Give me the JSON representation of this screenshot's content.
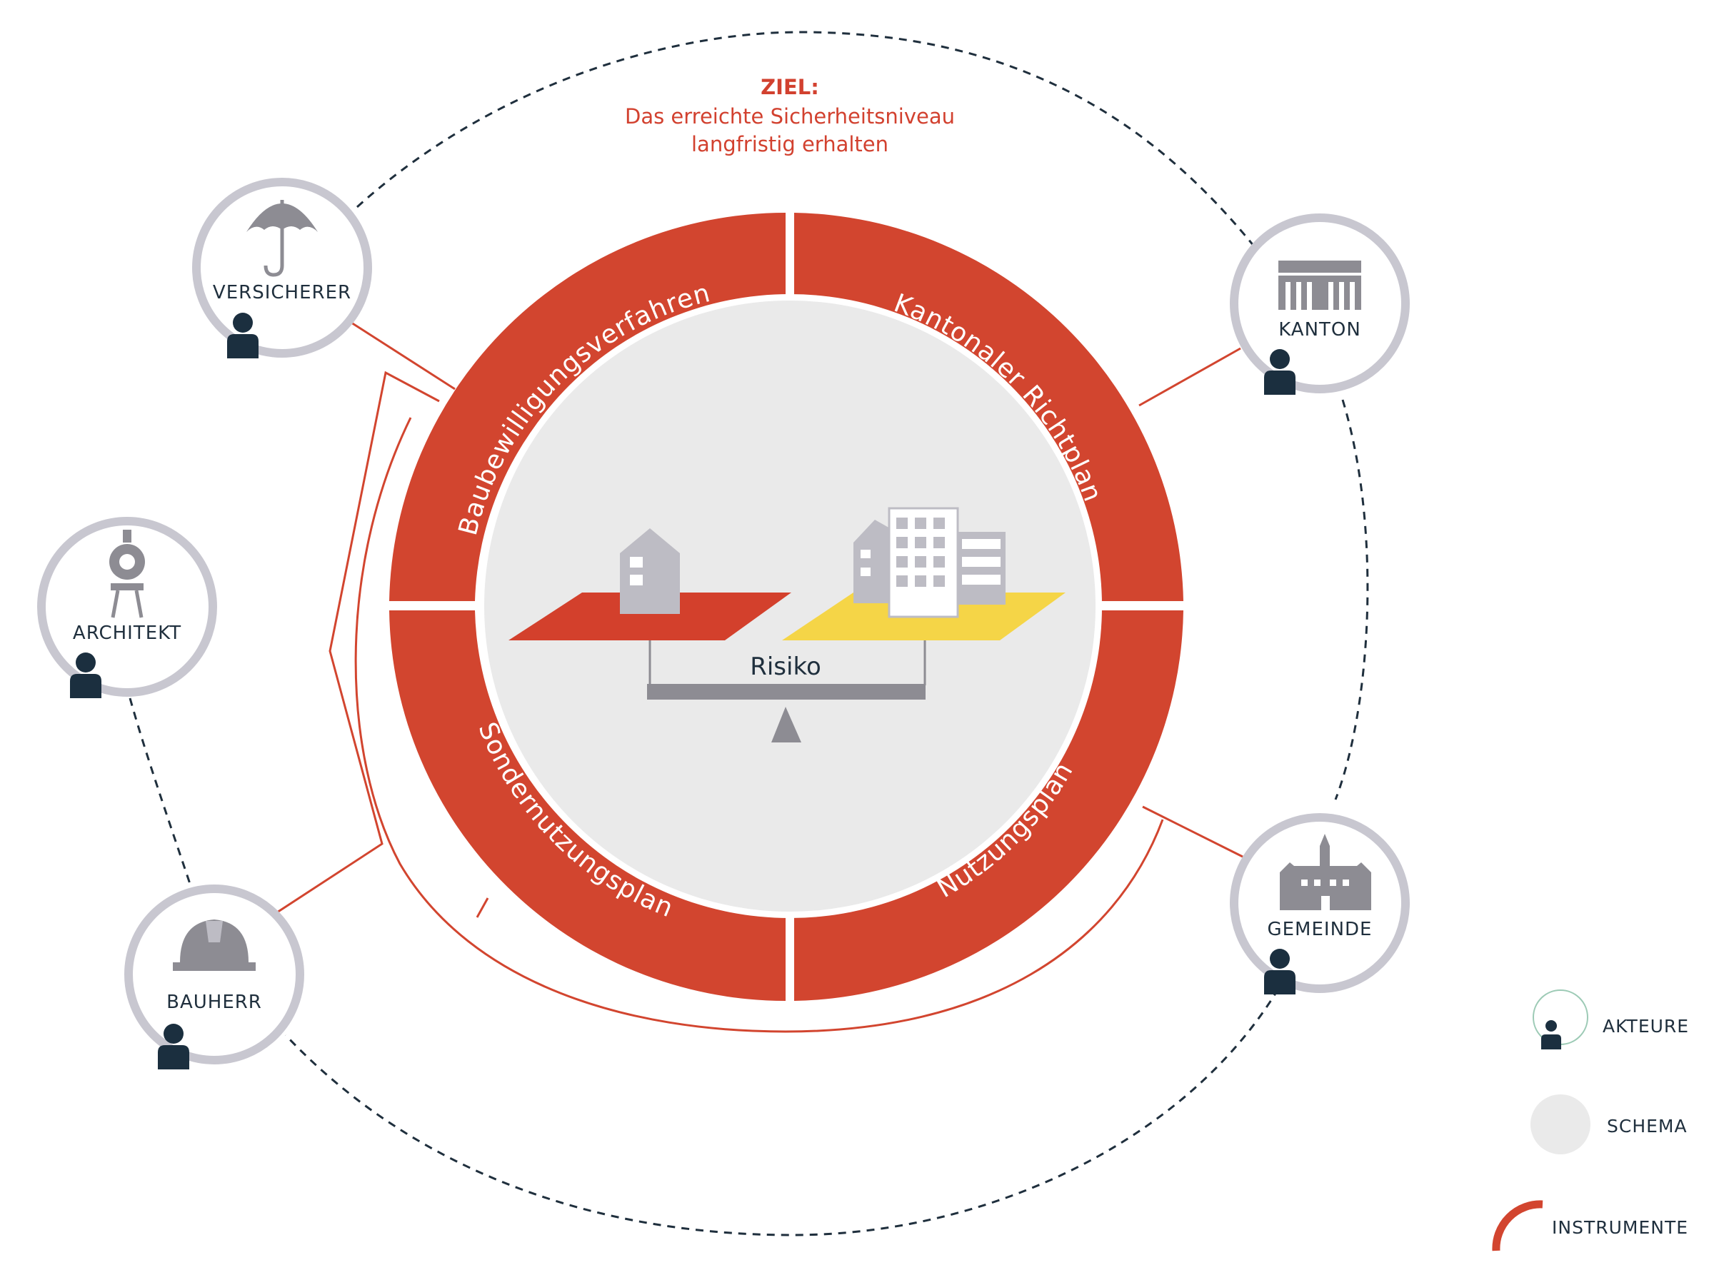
{
  "colors": {
    "instrument_red": "#d2452f",
    "actor_ring_grey": "#c8c7d0",
    "actor_person_navy": "#1b2f3f",
    "schema_grey": "#eaeaea",
    "icon_grey": "#8d8c93",
    "building_light": "#bdbcc4",
    "zone_red": "#d3402c",
    "zone_yellow": "#f5d547",
    "dashed_line": "#1f2f3d"
  },
  "goal": {
    "title": "ZIEL:",
    "line1": "Das erreichte Sicherheitsniveau",
    "line2": "langfristig erhalten"
  },
  "instruments": [
    {
      "label": "Baubewilligungsverfahren"
    },
    {
      "label": "Kantonaler Richtplan"
    },
    {
      "label": "Nutzungsplan"
    },
    {
      "label": "Sondernutzungsplan"
    }
  ],
  "schema": {
    "risk_label": "Risiko"
  },
  "actors": [
    {
      "label": "VERSICHERER",
      "icon": "umbrella-icon"
    },
    {
      "label": "KANTON",
      "icon": "government-building-icon"
    },
    {
      "label": "ARCHITEKT",
      "icon": "drafting-compass-icon"
    },
    {
      "label": "BAUHERR",
      "icon": "hard-hat-icon"
    },
    {
      "label": "GEMEINDE",
      "icon": "town-hall-icon"
    }
  ],
  "legend": [
    {
      "label": "AKTEURE",
      "icon": "actor-legend-icon"
    },
    {
      "label": "SCHEMA",
      "icon": "schema-legend-icon"
    },
    {
      "label": "INSTRUMENTE",
      "icon": "instrument-legend-icon"
    }
  ]
}
